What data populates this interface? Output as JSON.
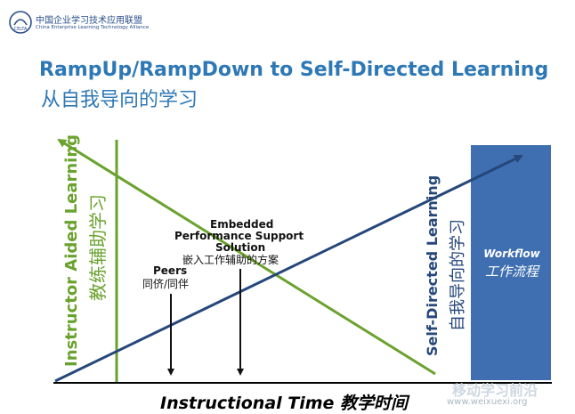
{
  "header": {
    "org_name_cn": "中国企业学习技术应用联盟",
    "org_name_en": "China Enterprise Learning Technology Alliance",
    "logo_text": "CELTA"
  },
  "slide": {
    "title": "RampUp/RampDown to Self-Directed Learning",
    "subtitle": "从自我导向的学习"
  },
  "diagram": {
    "left_axis_en": "Instructor Aided Learning",
    "left_axis_cn": "教练辅助学习",
    "right_axis_en": "Self-Directed Learning",
    "right_axis_cn": "自我导向的学习",
    "workflow_title": "Workflow",
    "workflow_cn": "工作流程",
    "embedded_line1": "Embedded",
    "embedded_line2": "Performance Support",
    "embedded_line3": "Solution",
    "embedded_cn": "嵌入工作辅助的方案",
    "peers_en": "Peers",
    "peers_cn": "同侪/同伴",
    "x_axis_title": "Instructional Time 教学时间",
    "colors": {
      "instructor_line": "#6aa22e",
      "self_directed_line": "#25477a",
      "workflow_box": "#3f6fb0"
    }
  },
  "watermark": {
    "text_cn": "移动学习前沿",
    "url": "www.weixuexi.org"
  }
}
